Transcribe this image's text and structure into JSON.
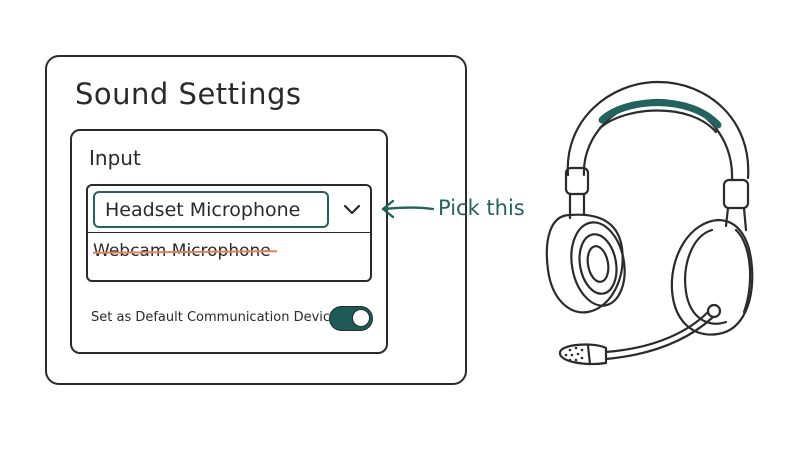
{
  "window": {
    "title": "Sound Settings"
  },
  "input_group": {
    "label": "Input",
    "dropdown": {
      "selected_option": "Headset Microphone",
      "other_option": "Webcam Microphone"
    },
    "toggle": {
      "label": "Set as Default Communication Device",
      "state": "on"
    }
  },
  "annotation": {
    "text": "Pick this"
  },
  "colors": {
    "accent": "#24625e",
    "toggle_fill": "#1f5a57",
    "strike": "#e8805a",
    "outline": "#2b2b2b"
  },
  "icons": {
    "dropdown": "chevron-down-icon",
    "annotation": "arrow-left-icon",
    "illustration": "headset-icon"
  }
}
